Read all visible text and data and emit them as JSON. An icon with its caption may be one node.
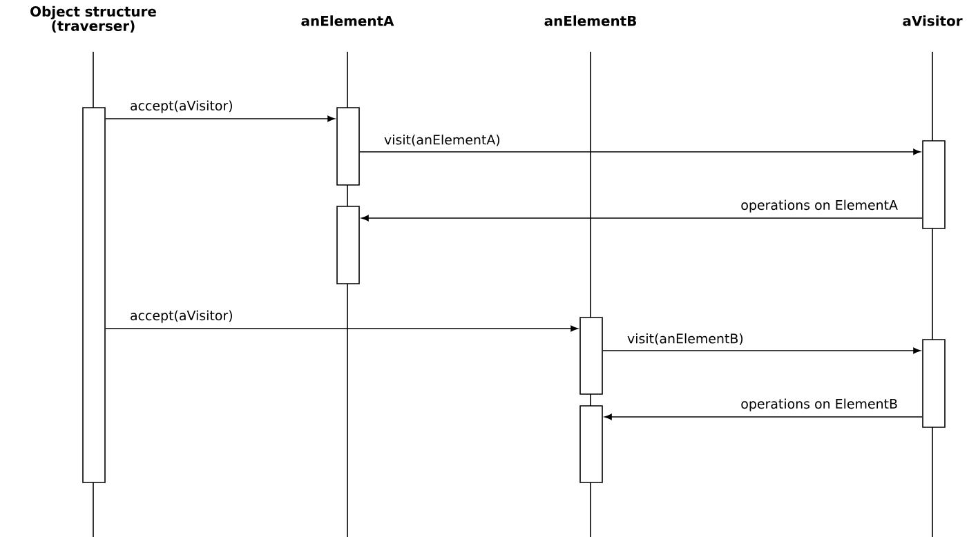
{
  "diagram": {
    "nodes": [
      {
        "text": [
          "Object structure (traverser)"
        ]
      },
      {
        "text": [
          "anElementA"
        ]
      },
      {
        "text": [
          "anElementB"
        ]
      },
      {
        "text": [
          "aVisitor"
        ]
      },
      {
        "text": [],
        "shape": "bar"
      },
      {
        "text": [],
        "shape": "bar"
      },
      {
        "text": [],
        "shape": "bar"
      },
      {
        "text": [],
        "shape": "bar"
      },
      {
        "text": [],
        "shape": "bar"
      },
      {
        "text": [],
        "shape": "bar"
      },
      {
        "text": [],
        "shape": "bar"
      }
    ],
    "edges": [
      {
        "from": 4,
        "to": 5,
        "arrow": "to",
        "label": "accept(aVisitor)"
      },
      {
        "from": 5,
        "to": 6,
        "arrow": "to",
        "label": "visit(anElementA)"
      },
      {
        "from": 6,
        "to": 7,
        "arrow": "to",
        "label": "operations on ElementA"
      },
      {
        "from": 4,
        "to": 8,
        "arrow": "to",
        "label": "accept(aVisitor)"
      },
      {
        "from": 8,
        "to": 9,
        "arrow": "to",
        "label": "visit(anElementB)"
      },
      {
        "from": 9,
        "to": 10,
        "arrow": "to",
        "label": "operations on ElementB"
      }
    ]
  }
}
